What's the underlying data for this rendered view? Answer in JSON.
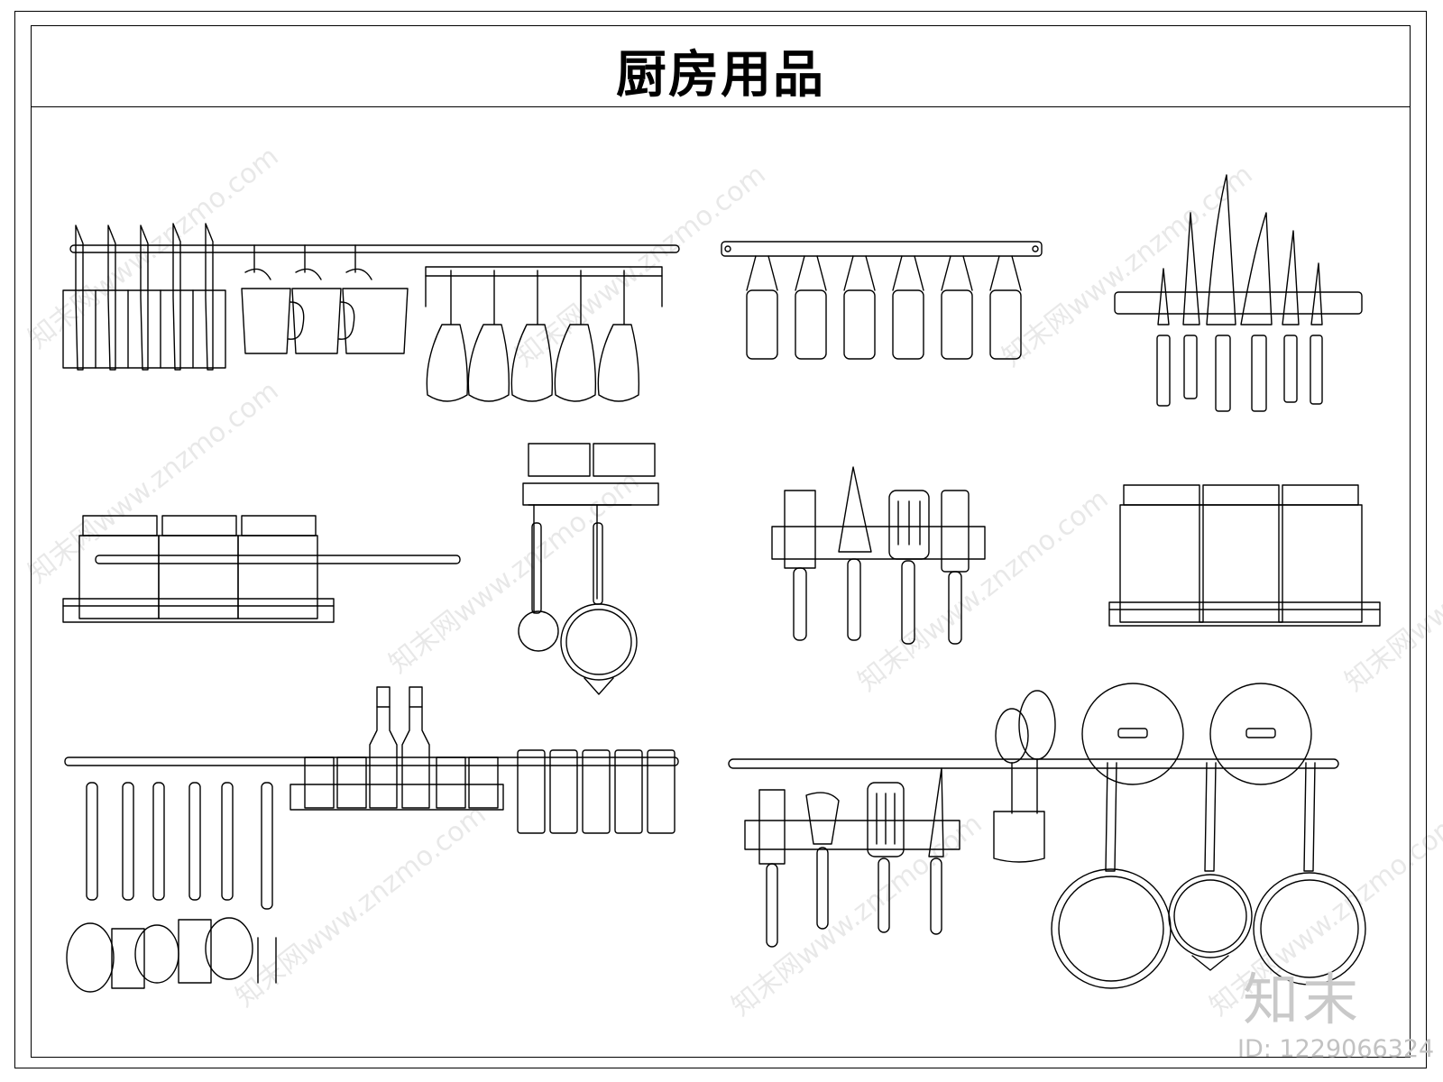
{
  "title": "厨房用品",
  "brand": "知末",
  "asset_id": "ID: 1229066324",
  "watermark_text": "知末网www.znzmo.com",
  "drawing_groups": [
    "knife-rail-with-mugs",
    "wine-glass-rack",
    "hanging-jar-rail",
    "magnetic-knife-bar",
    "spice-jar-shelf-left",
    "hanging-strainer-and-pan",
    "utensil-holder-center",
    "spice-jar-shelf-right",
    "ladle-rail",
    "bottle-shelf",
    "spice-bottle-row",
    "utensil-holder-lower",
    "whisk-cup",
    "pot-lids-and-pans"
  ]
}
